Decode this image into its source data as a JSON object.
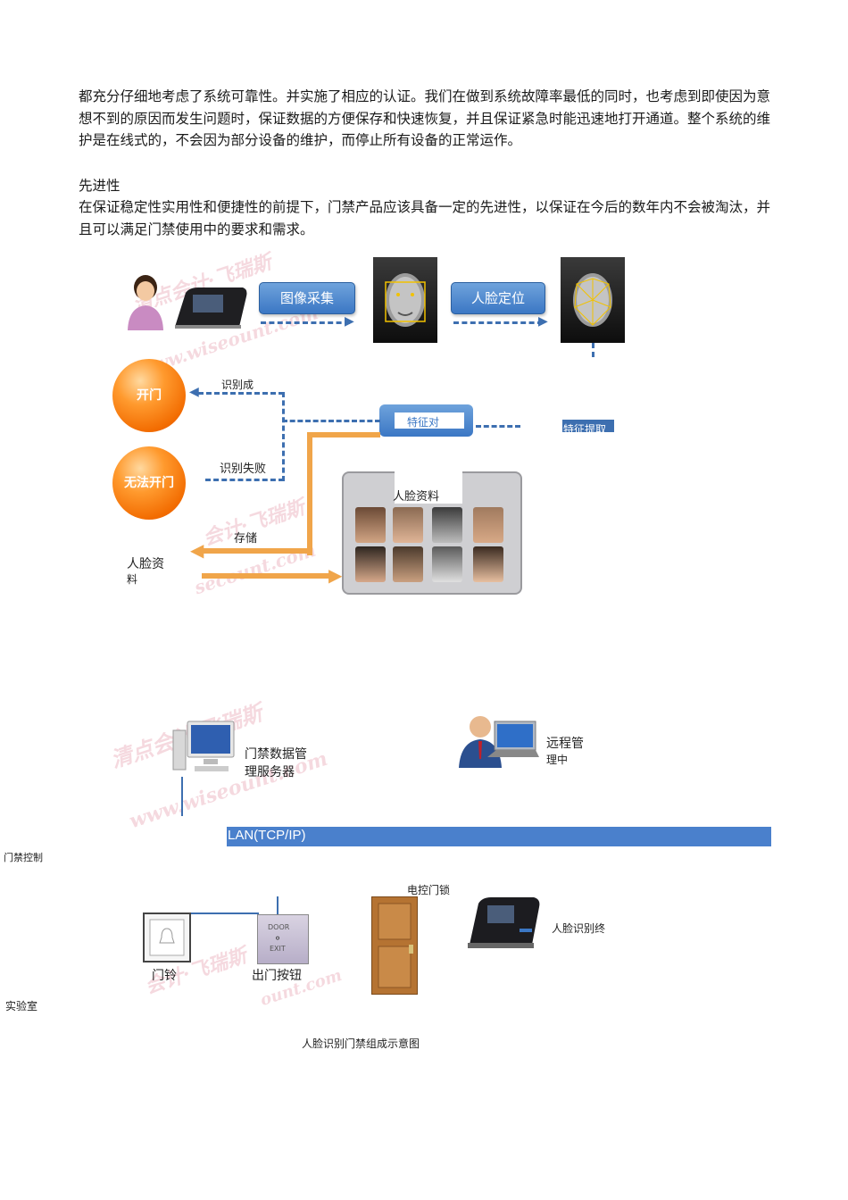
{
  "paragraphs": {
    "p1": "都充分仔细地考虑了系统可靠性。并实施了相应的认证。我们在做到系统故障率最低的同时，也考虑到即使因为意想不到的原因而发生问题时，保证数据的方便保存和快速恢复，并且保证紧急时能迅速地打开通道。整个系统的维护是在线式的，不会因为部分设备的维护，而停止所有设备的正常运作。",
    "heading": "先进性",
    "p2": "在保证稳定性实用性和便捷性的前提下，门禁产品应该具备一定的先进性，以保证在今后的数年内不会被淘汰，并且可以满足门禁使用中的要求和需求。"
  },
  "diagram1": {
    "image_capture": "图像采集",
    "face_locate": "人脸定位",
    "open_door": "开门",
    "cannot_open": "无法开门",
    "recognize_success": "识别成",
    "recognize_fail": "识别失败",
    "feature_compare": "特征对",
    "feature_extract": "特征提取",
    "face_db": "人脸资料",
    "store": "存储",
    "face_data_line1": "人脸资",
    "face_data_line2": "料",
    "watermarks": [
      "清点会计·飞瑞斯",
      "www.wiseount.com",
      "会计·飞瑞斯",
      "secount.com"
    ]
  },
  "diagram2": {
    "server_line1": "门禁数据管",
    "server_line2": "理服务器",
    "remote_line1": "远程管",
    "remote_line2": "理中",
    "lan": "LAN(TCP/IP)",
    "access_control": "门禁控制",
    "electric_lock": "电控门锁",
    "face_terminal": "人脸识别终",
    "doorbell": "门铃",
    "exit_button": "出门按钮",
    "door_plate_top": "DOOR",
    "door_plate_bottom": "EXIT",
    "lab": "实验室",
    "caption": "人脸识别门禁组成示意图",
    "watermarks": [
      "清点会计·飞瑞斯",
      "www.wiseount.com",
      "会计·飞瑞斯",
      "ount.com"
    ]
  }
}
